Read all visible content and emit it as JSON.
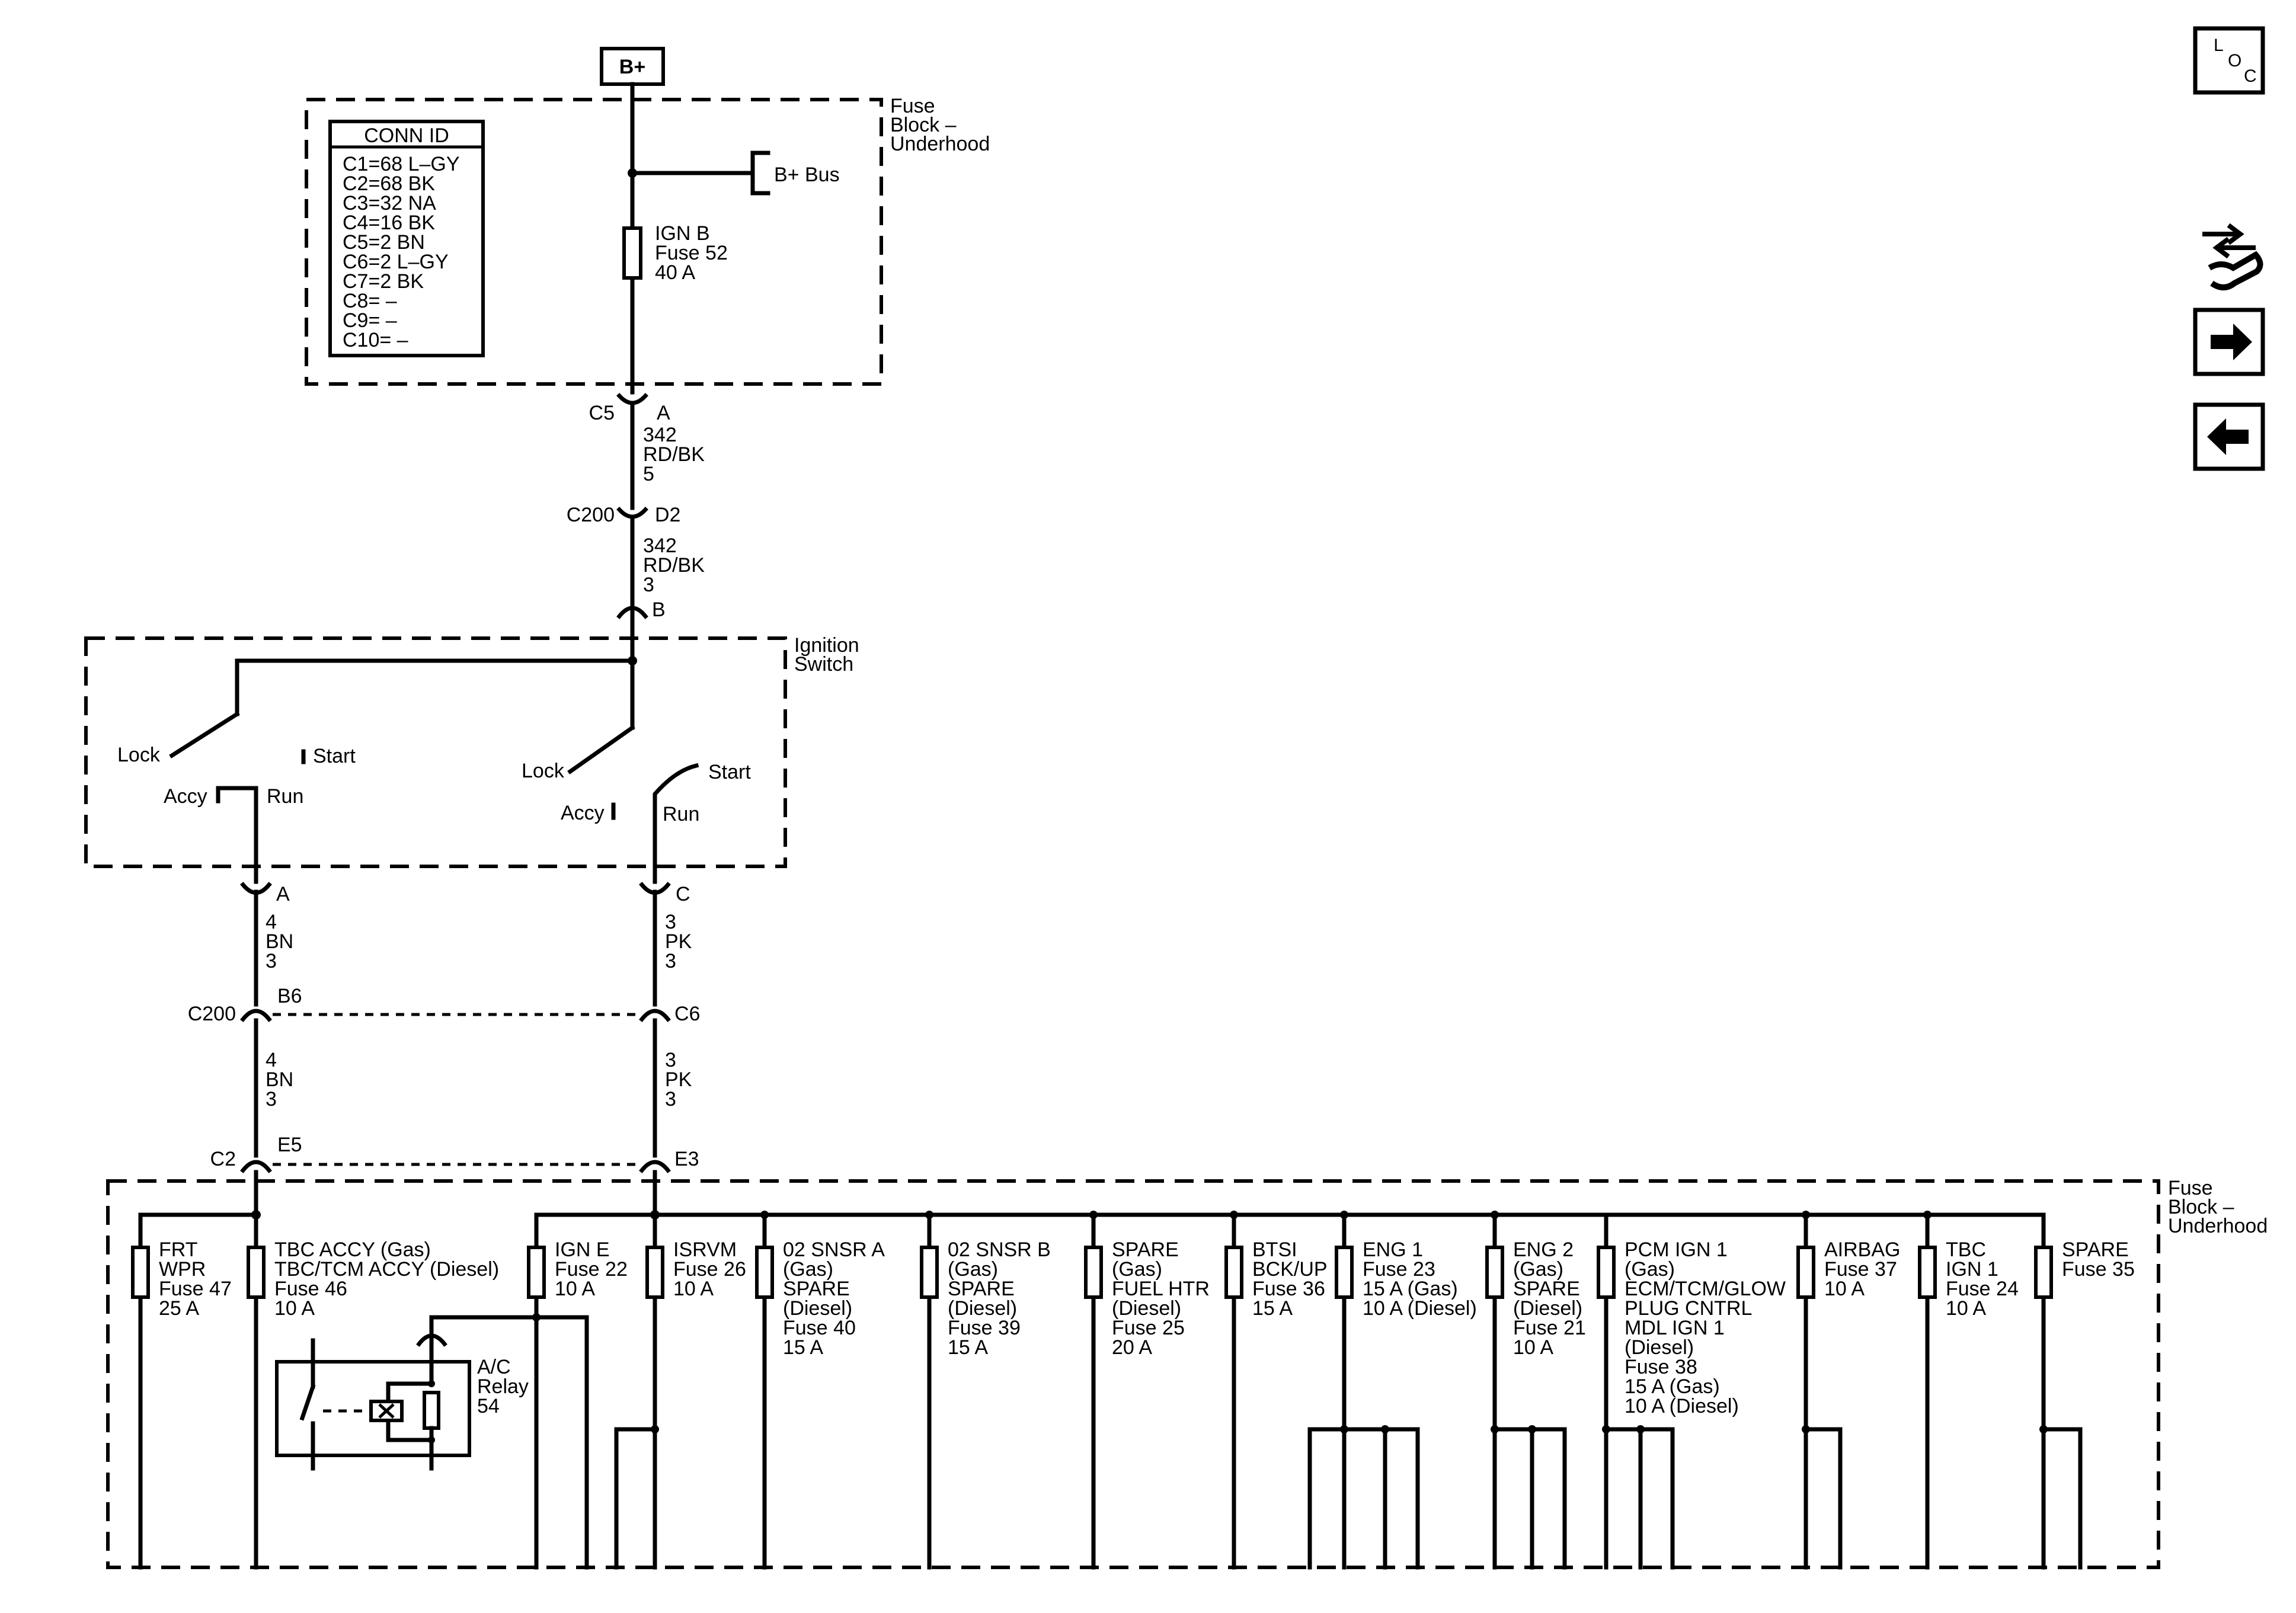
{
  "source": {
    "label": "B+"
  },
  "fuse_block_top": {
    "title_lines": [
      "Fuse",
      "Block –",
      "Underhood"
    ]
  },
  "conn_id": {
    "title": "CONN ID",
    "rows": [
      "C1=68 L–GY",
      "C2=68 BK",
      "C3=32 NA",
      "C4=16 BK",
      "C5=2 BN",
      "C6=2 L–GY",
      "C7=2 BK",
      "C8= –",
      "C9= –",
      "C10= –"
    ]
  },
  "bplus_bus": {
    "label": "B+ Bus"
  },
  "ign_b_fuse": {
    "lines": [
      "IGN B",
      "Fuse 52",
      "40 A"
    ]
  },
  "connectors": {
    "c5": "C5",
    "c5_pin": "A",
    "c200_top": "C200",
    "c200_top_pin": "D2",
    "switch_b": "B",
    "switch_a": "A",
    "switch_c": "C",
    "c200_bot": "C200",
    "c200_b6": "B6",
    "c200_c6": "C6",
    "c2": "C2",
    "c2_e5": "E5",
    "c2_e3": "E3"
  },
  "wires": {
    "w1": [
      "342",
      "RD/BK",
      "5"
    ],
    "w2": [
      "342",
      "RD/BK",
      "3"
    ],
    "w3": [
      "4",
      "BN",
      "3"
    ],
    "w4": [
      "3",
      "PK",
      "3"
    ],
    "w5": [
      "4",
      "BN",
      "3"
    ],
    "w6": [
      "3",
      "PK",
      "3"
    ]
  },
  "ignition_switch": {
    "title_lines": [
      "Ignition",
      "Switch"
    ],
    "left": {
      "lock": "Lock",
      "start": "Start",
      "accy": "Accy",
      "run": "Run"
    },
    "right": {
      "lock": "Lock",
      "start": "Start",
      "accy": "Accy",
      "run": "Run"
    }
  },
  "fuse_block_bottom": {
    "title_lines": [
      "Fuse",
      "Block –",
      "Underhood"
    ]
  },
  "fuses": [
    {
      "lines": [
        "FRT",
        "WPR",
        "Fuse 47",
        "25 A"
      ]
    },
    {
      "lines": [
        "TBC ACCY (Gas)",
        "TBC/TCM ACCY (Diesel)",
        "Fuse 46",
        "10 A"
      ]
    },
    {
      "lines": [
        "IGN E",
        "Fuse 22",
        "10 A"
      ]
    },
    {
      "lines": [
        "ISRVM",
        "Fuse 26",
        "10 A"
      ]
    },
    {
      "lines": [
        "02 SNSR A",
        "(Gas)",
        "SPARE",
        "(Diesel)",
        "Fuse 40",
        "15 A"
      ]
    },
    {
      "lines": [
        "02 SNSR B",
        "(Gas)",
        "SPARE",
        "(Diesel)",
        "Fuse 39",
        "15 A"
      ]
    },
    {
      "lines": [
        "SPARE",
        "(Gas)",
        "FUEL HTR",
        "(Diesel)",
        "Fuse 25",
        "20 A"
      ]
    },
    {
      "lines": [
        "BTSI",
        "BCK/UP",
        "Fuse 36",
        "15 A"
      ]
    },
    {
      "lines": [
        "ENG 1",
        "Fuse 23",
        "15 A (Gas)",
        "10 A (Diesel)"
      ]
    },
    {
      "lines": [
        "ENG 2",
        "(Gas)",
        "SPARE",
        "(Diesel)",
        "Fuse 21",
        "10 A"
      ]
    },
    {
      "lines": [
        "PCM IGN 1",
        "(Gas)",
        "ECM/TCM/GLOW",
        "PLUG CNTRL",
        "MDL IGN 1",
        "(Diesel)",
        "Fuse 38",
        "15 A (Gas)",
        "10 A (Diesel)"
      ]
    },
    {
      "lines": [
        "AIRBAG",
        "Fuse 37",
        "10 A"
      ]
    },
    {
      "lines": [
        "TBC",
        "IGN 1",
        "Fuse 24",
        "10 A"
      ]
    },
    {
      "lines": [
        "SPARE",
        "Fuse  35"
      ]
    }
  ],
  "ac_relay": {
    "lines": [
      "A/C",
      "Relay",
      "54"
    ]
  },
  "nav": {
    "loc_icon": "loc-icon",
    "wrench_icon": "wrench-arrows-icon",
    "next_icon": "arrow-right-icon",
    "prev_icon": "arrow-left-icon"
  }
}
